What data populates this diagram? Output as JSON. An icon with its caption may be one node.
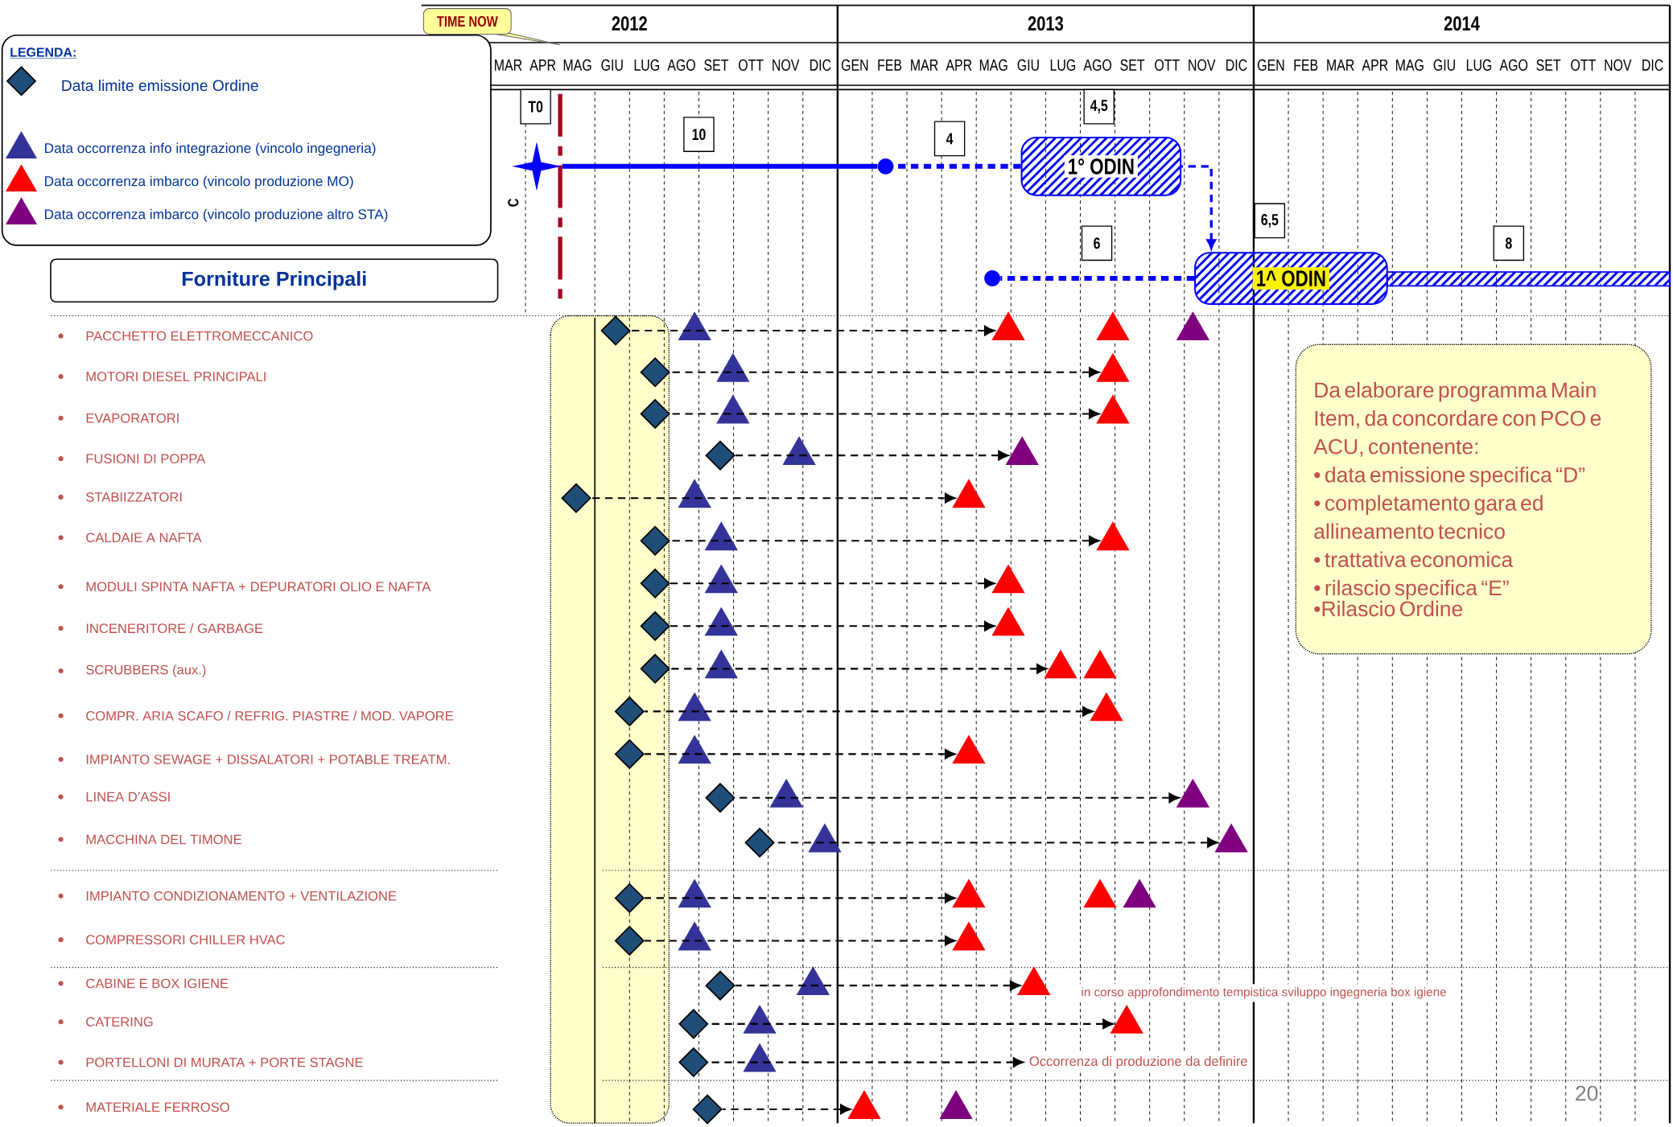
{
  "diagram": {
    "nodes": [
      {
        "text": [
          "TIME NOW"
        ]
      },
      {
        "text": [
          "T0"
        ]
      },
      {
        "text": [],
        "shape": "star"
      },
      {
        "text": [
          "10"
        ]
      },
      {
        "text": [
          "4"
        ]
      },
      {
        "text": [],
        "shape": "circle"
      },
      {
        "text": [
          "4,5"
        ]
      },
      {
        "text": [
          "1° ODIN"
        ]
      },
      {
        "text": [
          "6,5"
        ]
      },
      {
        "text": [
          "6"
        ]
      },
      {
        "text": [
          "8"
        ]
      },
      {
        "text": [],
        "shape": "circle"
      },
      {
        "text": [
          "1^ ODIN"
        ]
      },
      {
        "text": [
          "Forniture Principali"
        ]
      },
      {
        "text": [
          "Da elaborare programma Main Item, da concordare con PCO e ACU, contenente:",
          "• data emissione specifica “D”",
          "• completamento gara ed allineamento tecnico",
          "• trattativa economica",
          "• rilascio specifica “E”",
          "•Rilascio Ordine"
        ]
      },
      {
        "text": [],
        "shape": "diamond"
      },
      {
        "text": [],
        "shape": "triangle"
      },
      {
        "text": [],
        "shape": "triangle"
      },
      {
        "text": [],
        "shape": "triangle"
      },
      {
        "text": [],
        "shape": "triangle"
      },
      {
        "text": [],
        "shape": "diamond"
      },
      {
        "text": [],
        "shape": "triangle"
      },
      {
        "text": [],
        "shape": "triangle"
      },
      {
        "text": [],
        "shape": "diamond"
      },
      {
        "text": [],
        "shape": "triangle"
      },
      {
        "text": [],
        "shape": "triangle"
      },
      {
        "text": [],
        "shape": "diamond"
      },
      {
        "text": [],
        "shape": "triangle"
      },
      {
        "text": [],
        "shape": "triangle"
      },
      {
        "text": [],
        "shape": "diamond"
      },
      {
        "text": [],
        "shape": "triangle"
      },
      {
        "text": [],
        "shape": "triangle"
      },
      {
        "text": [],
        "shape": "diamond"
      },
      {
        "text": [],
        "shape": "triangle"
      },
      {
        "text": [],
        "shape": "triangle"
      },
      {
        "text": [],
        "shape": "diamond"
      },
      {
        "text": [],
        "shape": "triangle"
      },
      {
        "text": [],
        "shape": "triangle"
      },
      {
        "text": [],
        "shape": "diamond"
      },
      {
        "text": [],
        "shape": "triangle"
      },
      {
        "text": [],
        "shape": "triangle"
      },
      {
        "text": [],
        "shape": "diamond"
      },
      {
        "text": [],
        "shape": "triangle"
      },
      {
        "text": [],
        "shape": "triangle"
      },
      {
        "text": [],
        "shape": "triangle"
      },
      {
        "text": [],
        "shape": "diamond"
      },
      {
        "text": [],
        "shape": "triangle"
      },
      {
        "text": [],
        "shape": "triangle"
      },
      {
        "text": [],
        "shape": "diamond"
      },
      {
        "text": [],
        "shape": "triangle"
      },
      {
        "text": [],
        "shape": "triangle"
      },
      {
        "text": [],
        "shape": "diamond"
      },
      {
        "text": [],
        "shape": "triangle"
      },
      {
        "text": [],
        "shape": "triangle"
      },
      {
        "text": [],
        "shape": "diamond"
      },
      {
        "text": [],
        "shape": "triangle"
      },
      {
        "text": [],
        "shape": "triangle"
      },
      {
        "text": [],
        "shape": "diamond"
      },
      {
        "text": [],
        "shape": "triangle"
      },
      {
        "text": [],
        "shape": "triangle"
      },
      {
        "text": [],
        "shape": "triangle"
      },
      {
        "text": [],
        "shape": "triangle"
      },
      {
        "text": [],
        "shape": "diamond"
      },
      {
        "text": [],
        "shape": "triangle"
      },
      {
        "text": [],
        "shape": "triangle"
      },
      {
        "text": [],
        "shape": "diamond"
      },
      {
        "text": [],
        "shape": "triangle"
      },
      {
        "text": [],
        "shape": "triangle"
      },
      {
        "text": [],
        "shape": "diamond"
      },
      {
        "text": [],
        "shape": "triangle"
      },
      {
        "text": [],
        "shape": "triangle"
      },
      {
        "text": [],
        "shape": "diamond"
      },
      {
        "text": [],
        "shape": "triangle"
      },
      {
        "text": [
          "Occorrenza di produzione da definire"
        ]
      },
      {
        "text": [],
        "shape": "diamond"
      },
      {
        "text": [],
        "shape": "triangle"
      },
      {
        "text": [],
        "shape": "triangle"
      }
    ],
    "edges": [
      {
        "from": 2,
        "to": 5,
        "arrow": "none",
        "style": "thick",
        "color": "#0000ff"
      },
      {
        "from": 5,
        "to": 7,
        "arrow": "none",
        "style": "dashed",
        "color": "#0000ff"
      },
      {
        "from": 7,
        "to": 12,
        "arrow": "to",
        "style": "dashed",
        "color": "#0000ff"
      },
      {
        "from": 11,
        "to": 12,
        "arrow": "none",
        "style": "dashed",
        "color": "#0000ff"
      },
      {
        "from": 15,
        "to": 17,
        "arrow": "to",
        "style": "dashed"
      },
      {
        "from": 20,
        "to": 22,
        "arrow": "to",
        "style": "dashed"
      },
      {
        "from": 23,
        "to": 25,
        "arrow": "to",
        "style": "dashed"
      },
      {
        "from": 26,
        "to": 28,
        "arrow": "to",
        "style": "dashed"
      },
      {
        "from": 29,
        "to": 31,
        "arrow": "to",
        "style": "dashed"
      },
      {
        "from": 32,
        "to": 34,
        "arrow": "to",
        "style": "dashed"
      },
      {
        "from": 35,
        "to": 37,
        "arrow": "to",
        "style": "dashed"
      },
      {
        "from": 38,
        "to": 40,
        "arrow": "to",
        "style": "dashed"
      },
      {
        "from": 41,
        "to": 43,
        "arrow": "to",
        "style": "dashed"
      },
      {
        "from": 45,
        "to": 47,
        "arrow": "to",
        "style": "dashed"
      },
      {
        "from": 48,
        "to": 50,
        "arrow": "to",
        "style": "dashed"
      },
      {
        "from": 51,
        "to": 53,
        "arrow": "to",
        "style": "dashed"
      },
      {
        "from": 54,
        "to": 56,
        "arrow": "to",
        "style": "dashed"
      },
      {
        "from": 57,
        "to": 59,
        "arrow": "to",
        "style": "dashed"
      },
      {
        "from": 62,
        "to": 64,
        "arrow": "to",
        "style": "dashed"
      },
      {
        "from": 65,
        "to": 67,
        "arrow": "to",
        "style": "dashed"
      },
      {
        "from": 68,
        "to": 70,
        "arrow": "to",
        "style": "dashed"
      },
      {
        "from": 71,
        "to": 73,
        "arrow": "to",
        "style": "dashed"
      },
      {
        "from": 74,
        "to": 75,
        "arrow": "to",
        "style": "dashed"
      }
    ],
    "labels": [
      "LEGENDA:",
      "2012",
      "2013",
      "2014",
      "MAR",
      "APR",
      "MAG",
      "GIU",
      "LUG",
      "AGO",
      "SET",
      "OTT",
      "NOV",
      "DIC",
      "GEN",
      "FEB",
      "MAR",
      "APR",
      "MAG",
      "GIU",
      "LUG",
      "AGO",
      "SET",
      "OTT",
      "NOV",
      "DIC",
      "GEN",
      "FEB",
      "MAR",
      "APR",
      "MAG",
      "GIU",
      "LUG",
      "AGO",
      "SET",
      "OTT",
      "NOV",
      "DIC",
      "C",
      "PACCHETTO ELETTROMECCANICO",
      "MOTORI DIESEL PRINCIPALI",
      "EVAPORATORI",
      "FUSIONI DI POPPA",
      "STABIIZZATORI",
      "CALDAIE A NAFTA",
      "MODULI SPINTA NAFTA + DEPURATORI OLIO E NAFTA",
      "INCENERITORE / GARBAGE",
      "SCRUBBERS (aux.)",
      "COMPR. ARIA SCAFO / REFRIG. PIASTRE / MOD. VAPORE",
      "IMPIANTO SEWAGE + DISSALATORI + POTABLE TREATM.",
      "LINEA D’ASSI",
      "MACCHINA DEL TIMONE",
      "IMPIANTO CONDIZIONAMENTO + VENTILAZIONE",
      "COMPRESSORI CHILLER HVAC",
      "CABINE E BOX IGIENE",
      "CATERING",
      "PORTELLONI DI MURATA + PORTE STAGNE",
      "MATERIALE FERROSO",
      "in corso approfondimento tempistica sviluppo ingegneria box igiene",
      "20"
    ],
    "legend": [
      {
        "text": "Data limite emissione Ordine",
        "color": "#1f4e79"
      },
      {
        "text": "Data occorrenza info integrazione (vincolo ingegneria)",
        "color": "#333399"
      },
      {
        "text": "Data occorrenza imbarco (vincolo produzione MO)",
        "color": "#ff0000"
      },
      {
        "text": "Data occorrenza imbarco (vincolo produzione altro STA)",
        "color": "#7f007f"
      }
    ]
  }
}
